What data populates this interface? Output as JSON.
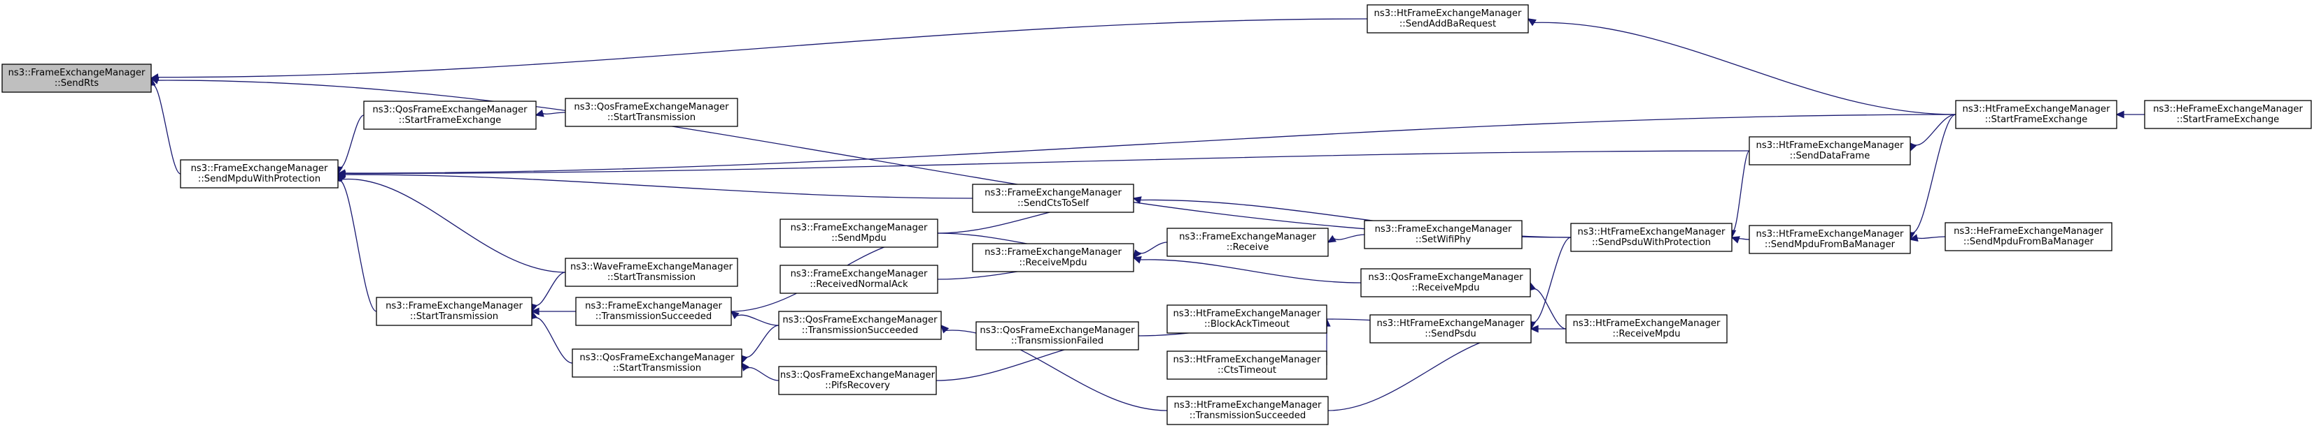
{
  "graph": {
    "edge_color": "#191970",
    "root_fill": "#bfbfbf",
    "nodes": [
      {
        "id": "n0",
        "lines": [
          "ns3::FrameExchangeManager",
          "::SendRts"
        ],
        "root": true
      },
      {
        "id": "n1",
        "lines": [
          "ns3::FrameExchangeManager",
          "::SendMpduWithProtection"
        ]
      },
      {
        "id": "n2",
        "lines": [
          "ns3::HtFrameExchangeManager",
          "::SendAddBaRequest"
        ]
      },
      {
        "id": "n3",
        "lines": [
          "ns3::HtFrameExchangeManager",
          "::SendPsduWithProtection"
        ]
      },
      {
        "id": "n4",
        "lines": [
          "ns3::QosFrameExchangeManager",
          "::StartFrameExchange"
        ]
      },
      {
        "id": "n5",
        "lines": [
          "ns3::QosFrameExchangeManager",
          "::StartTransmission"
        ]
      },
      {
        "id": "n6",
        "lines": [
          "ns3::HtFrameExchangeManager",
          "::StartFrameExchange"
        ]
      },
      {
        "id": "n7",
        "lines": [
          "ns3::HeFrameExchangeManager",
          "::StartFrameExchange"
        ]
      },
      {
        "id": "n8",
        "lines": [
          "ns3::HtFrameExchangeManager",
          "::SendDataFrame"
        ]
      },
      {
        "id": "n9",
        "lines": [
          "ns3::FrameExchangeManager",
          "::SendCtsToSelf"
        ]
      },
      {
        "id": "n10",
        "lines": [
          "ns3::FrameExchangeManager",
          "::SendMpdu"
        ]
      },
      {
        "id": "n11",
        "lines": [
          "ns3::HtFrameExchangeManager",
          "::SendMpduFromBaManager"
        ]
      },
      {
        "id": "n12",
        "lines": [
          "ns3::HeFrameExchangeManager",
          "::SendMpduFromBaManager"
        ]
      },
      {
        "id": "n13",
        "lines": [
          "ns3::FrameExchangeManager",
          "::ReceiveMpdu"
        ]
      },
      {
        "id": "n14",
        "lines": [
          "ns3::FrameExchangeManager",
          "::Receive"
        ]
      },
      {
        "id": "n15",
        "lines": [
          "ns3::FrameExchangeManager",
          "::SetWifiPhy"
        ]
      },
      {
        "id": "n16",
        "lines": [
          "ns3::WaveFrameExchangeManager",
          "::StartTransmission"
        ]
      },
      {
        "id": "n17",
        "lines": [
          "ns3::FrameExchangeManager",
          "::ReceivedNormalAck"
        ]
      },
      {
        "id": "n18",
        "lines": [
          "ns3::QosFrameExchangeManager",
          "::ReceiveMpdu"
        ]
      },
      {
        "id": "n19",
        "lines": [
          "ns3::FrameExchangeManager",
          "::StartTransmission"
        ]
      },
      {
        "id": "n20",
        "lines": [
          "ns3::FrameExchangeManager",
          "::TransmissionSucceeded"
        ]
      },
      {
        "id": "n21",
        "lines": [
          "ns3::QosFrameExchangeManager",
          "::TransmissionSucceeded"
        ]
      },
      {
        "id": "n22",
        "lines": [
          "ns3::HtFrameExchangeManager",
          "::BlockAckTimeout"
        ]
      },
      {
        "id": "n23",
        "lines": [
          "ns3::HtFrameExchangeManager",
          "::SendPsdu"
        ]
      },
      {
        "id": "n24",
        "lines": [
          "ns3::HtFrameExchangeManager",
          "::ReceiveMpdu"
        ]
      },
      {
        "id": "n25",
        "lines": [
          "ns3::QosFrameExchangeManager",
          "::TransmissionFailed"
        ]
      },
      {
        "id": "n26",
        "lines": [
          "ns3::HtFrameExchangeManager",
          "::CtsTimeout"
        ]
      },
      {
        "id": "n27",
        "lines": [
          "ns3::QosFrameExchangeManager",
          "::StartTransmission"
        ]
      },
      {
        "id": "n28",
        "lines": [
          "ns3::QosFrameExchangeManager",
          "::PifsRecovery"
        ]
      },
      {
        "id": "n29",
        "lines": [
          "ns3::HtFrameExchangeManager",
          "::TransmissionSucceeded"
        ]
      }
    ],
    "edges": [
      [
        "n0",
        "n1"
      ],
      [
        "n0",
        "n2"
      ],
      [
        "n0",
        "n3"
      ],
      [
        "n1",
        "n4"
      ],
      [
        "n1",
        "n6"
      ],
      [
        "n1",
        "n8"
      ],
      [
        "n1",
        "n9"
      ],
      [
        "n1",
        "n16"
      ],
      [
        "n1",
        "n19"
      ],
      [
        "n2",
        "n6"
      ],
      [
        "n3",
        "n8"
      ],
      [
        "n3",
        "n11"
      ],
      [
        "n4",
        "n5"
      ],
      [
        "n6",
        "n7"
      ],
      [
        "n8",
        "n6"
      ],
      [
        "n9",
        "n3"
      ],
      [
        "n9",
        "n10"
      ],
      [
        "n10",
        "n20"
      ],
      [
        "n11",
        "n6"
      ],
      [
        "n11",
        "n12"
      ],
      [
        "n13",
        "n10"
      ],
      [
        "n13",
        "n17"
      ],
      [
        "n13",
        "n18"
      ],
      [
        "n13",
        "n14"
      ],
      [
        "n14",
        "n15"
      ],
      [
        "n18",
        "n24"
      ],
      [
        "n19",
        "n16"
      ],
      [
        "n19",
        "n20"
      ],
      [
        "n19",
        "n27"
      ],
      [
        "n20",
        "n21"
      ],
      [
        "n21",
        "n29"
      ],
      [
        "n22",
        "n25"
      ],
      [
        "n22",
        "n26"
      ],
      [
        "n23",
        "n3"
      ],
      [
        "n23",
        "n22"
      ],
      [
        "n23",
        "n24"
      ],
      [
        "n23",
        "n29"
      ],
      [
        "n25",
        "n28"
      ],
      [
        "n27",
        "n21"
      ],
      [
        "n27",
        "n28"
      ]
    ]
  }
}
